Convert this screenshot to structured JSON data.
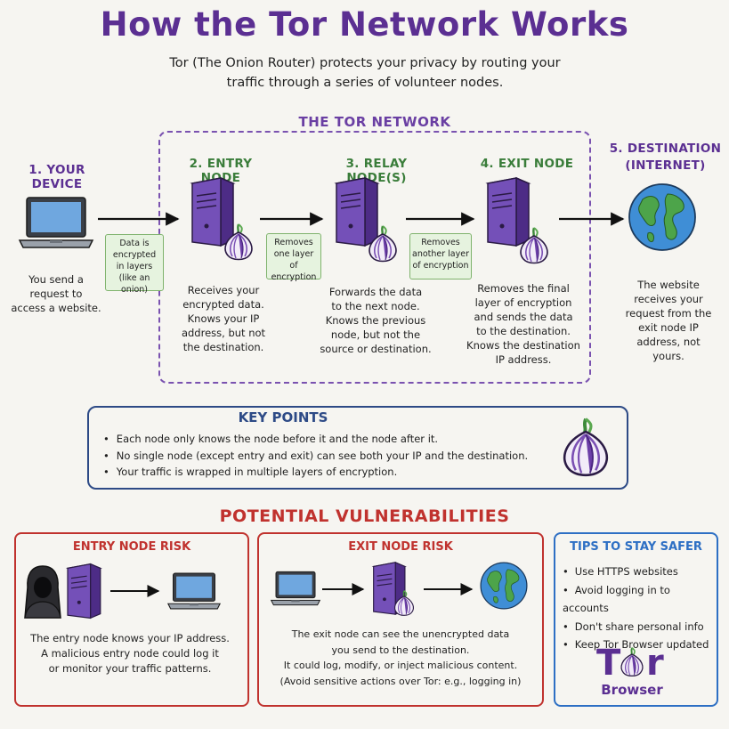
{
  "header": {
    "title": "How the Tor Network Works",
    "subtitle_line1": "Tor (The Onion Router) protects your privacy by routing your",
    "subtitle_line2": "traffic through a series of volunteer nodes."
  },
  "network": {
    "label": "THE TOR NETWORK",
    "steps": [
      {
        "title": "1. YOUR DEVICE",
        "lines": [
          "You send a",
          "request to",
          "access a website."
        ]
      },
      {
        "title": "2. ENTRY NODE",
        "lines": [
          "Receives your",
          "encrypted data.",
          "Knows your IP",
          "address, but not",
          "the destination."
        ]
      },
      {
        "title": "3. RELAY NODE(S)",
        "lines": [
          "Forwards the data",
          "to the next node.",
          "Knows the previous",
          "node, but not the",
          "source or destination."
        ]
      },
      {
        "title": "4. EXIT NODE",
        "lines": [
          "Removes the final",
          "layer of encryption",
          "and sends the data",
          "to the destination.",
          "Knows the destination",
          "IP address."
        ]
      },
      {
        "title_line1": "5. DESTINATION",
        "title_line2": "(INTERNET)",
        "lines": [
          "The website",
          "receives your",
          "request from the",
          "exit node IP",
          "address, not",
          "yours."
        ]
      }
    ],
    "notes": [
      {
        "lines": [
          "Data is",
          "encrypted",
          "in layers",
          "(like an onion)"
        ]
      },
      {
        "lines": [
          "Removes",
          "one layer of",
          "encryption"
        ]
      },
      {
        "lines": [
          "Removes",
          "another layer",
          "of encryption"
        ]
      }
    ]
  },
  "key_points": {
    "title": "KEY POINTS",
    "items": [
      "Each node only knows the node before it and the node after it.",
      "No single node (except entry and exit) can see both your IP and the destination.",
      "Your traffic is wrapped in multiple layers of encryption."
    ]
  },
  "vulnerabilities": {
    "title": "POTENTIAL VULNERABILITIES",
    "entry": {
      "title": "ENTRY NODE RISK",
      "lines": [
        "The entry node knows your IP address.",
        "A malicious entry node could log it",
        "or monitor your traffic patterns."
      ]
    },
    "exit": {
      "title": "EXIT NODE RISK",
      "lines": [
        "The exit node can see the unencrypted data",
        "you send to the destination.",
        "It could log, modify, or inject malicious content.",
        "(Avoid sensitive actions over Tor: e.g., logging in)"
      ]
    }
  },
  "tips": {
    "title": "TIPS TO STAY SAFER",
    "items": [
      "Use HTTPS websites",
      "Avoid logging in to accounts",
      "Don't share personal info",
      "Keep Tor Browser updated"
    ],
    "logo_word": "Tor",
    "logo_sub": "Browser"
  },
  "colors": {
    "purple": "#5b2f92",
    "green": "#3a7d3a",
    "navy": "#2d4a86",
    "red": "#c0322e",
    "blue": "#2d6fc4"
  }
}
